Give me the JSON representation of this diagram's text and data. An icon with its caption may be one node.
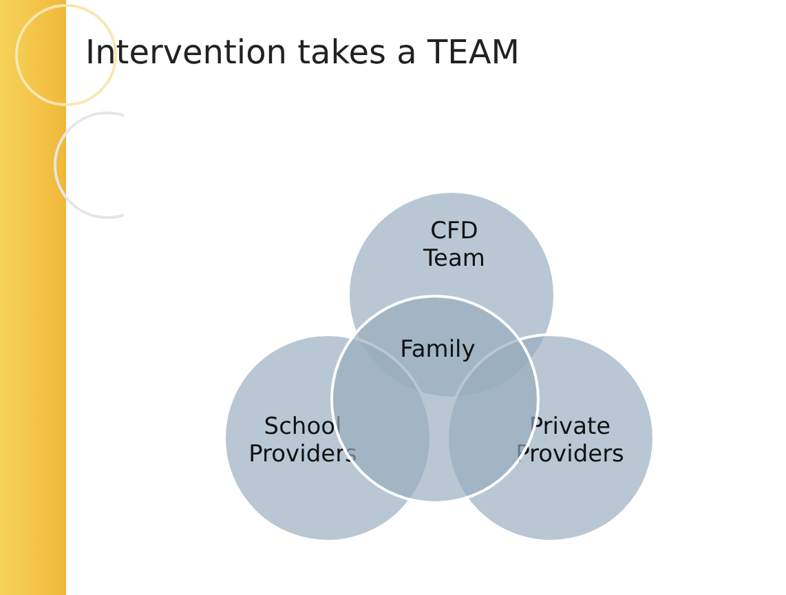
{
  "diagram": {
    "title": "Intervention takes a TEAM",
    "nodes": [
      {
        "text": [
          "CFD Team"
        ]
      },
      {
        "text": [
          "Family"
        ]
      },
      {
        "text": [
          "School Providers"
        ]
      },
      {
        "text": [
          "Private Providers"
        ]
      }
    ]
  }
}
